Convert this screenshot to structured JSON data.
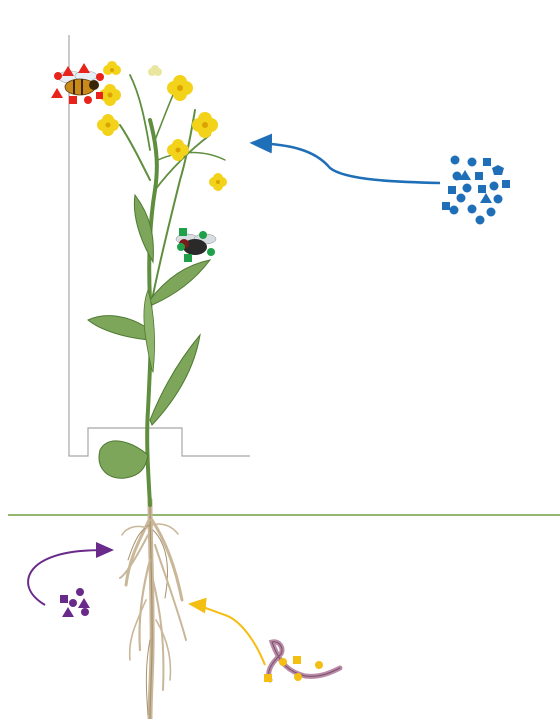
{
  "diagram": {
    "title": "",
    "colors": {
      "enclosure_line": "#a6a6a6",
      "ground_line": "#70a040",
      "stem": "#5f8f3e",
      "leaf": "#7da65a",
      "leaf_dark": "#4e7a32",
      "flower": "#f3d21a",
      "flower_center": "#d9a400",
      "root": "#c9b79a",
      "root_dark": "#a8916f",
      "airborne_compounds": "#1f6fb8",
      "bee_marker_shapes": "#e8231c",
      "fly_marker_shapes": "#1fa14a",
      "soil_compounds": "#6a2a8a",
      "worm_compounds": "#f4be13",
      "bee_body": "#c98a1a",
      "fly_body": "#2a2a2a",
      "worm_body": "#b98aa8"
    },
    "elements": {
      "plant": {
        "icon": "flowering-plant-illustration",
        "parts": [
          "flowers",
          "leaves",
          "stem",
          "roots"
        ]
      },
      "enclosure": {
        "icon": "open-enclosure-outline"
      },
      "ground": {
        "icon": "soil-surface-line"
      },
      "pollinator": {
        "icon": "bee-icon",
        "marker_shapes": [
          "circle",
          "triangle",
          "square"
        ],
        "marker_color_key": "bee_marker_shapes"
      },
      "herbivore": {
        "icon": "fly-icon",
        "marker_shapes": [
          "square",
          "circle"
        ],
        "marker_color_key": "fly_marker_shapes"
      },
      "soil_organism": {
        "icon": "earthworm-icon",
        "marker_shapes": [
          "square",
          "circle"
        ],
        "marker_color_key": "worm_compounds"
      }
    },
    "arrows": [
      {
        "id": "airborne-to-flowers",
        "from": "airborne-compound-cluster",
        "to": "flowers",
        "color_key": "airborne_compounds"
      },
      {
        "id": "soil-compounds-to-roots",
        "from": "soil-compound-cluster",
        "to": "roots",
        "color_key": "soil_compounds"
      },
      {
        "id": "worm-to-roots",
        "from": "earthworm",
        "to": "roots",
        "color_key": "worm_compounds"
      }
    ],
    "compound_clusters": [
      {
        "id": "airborne-compound-cluster",
        "color_key": "airborne_compounds",
        "shapes": [
          "circle",
          "triangle",
          "square",
          "pentagon"
        ]
      },
      {
        "id": "soil-compound-cluster",
        "color_key": "soil_compounds",
        "shapes": [
          "square",
          "circle",
          "triangle"
        ]
      }
    ]
  }
}
